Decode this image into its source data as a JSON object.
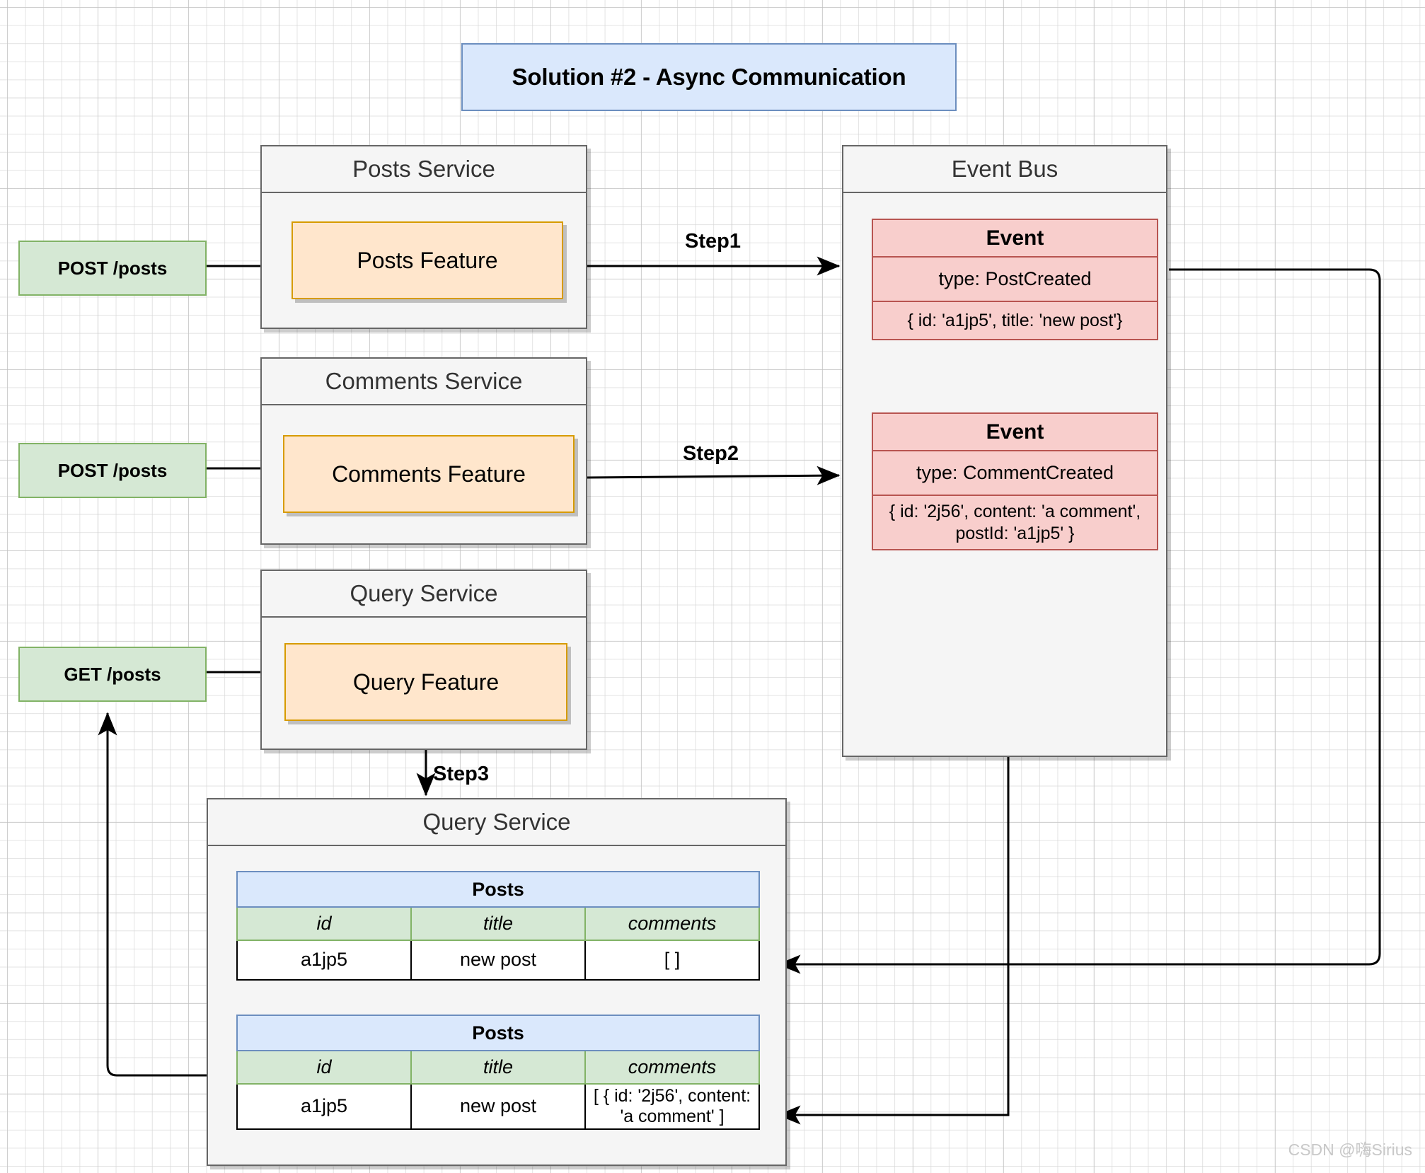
{
  "title": {
    "text": "Solution #2 - Async Communication"
  },
  "endpoints": [
    {
      "id": "post-posts-1",
      "label": "POST /posts"
    },
    {
      "id": "post-posts-2",
      "label": "POST /posts"
    },
    {
      "id": "get-posts",
      "label": "GET /posts"
    }
  ],
  "services": [
    {
      "id": "posts-service",
      "title": "Posts Service",
      "feature": "Posts Feature"
    },
    {
      "id": "comments-service",
      "title": "Comments Service",
      "feature": "Comments Feature"
    },
    {
      "id": "query-service",
      "title": "Query Service",
      "feature": "Query Feature"
    }
  ],
  "event_bus": {
    "title": "Event Bus",
    "events": [
      {
        "heading": "Event",
        "type": "type: PostCreated",
        "payload": "{ id: 'a1jp5', title: 'new post'}"
      },
      {
        "heading": "Event",
        "type": "type: CommentCreated",
        "payload": "{ id: '2j56', content: 'a comment', postId: 'a1jp5' }"
      }
    ]
  },
  "query_store": {
    "title": "Query Service",
    "tables": [
      {
        "name": "Posts",
        "columns": [
          "id",
          "title",
          "comments"
        ],
        "rows": [
          [
            "a1jp5",
            "new post",
            "[   ]"
          ]
        ]
      },
      {
        "name": "Posts",
        "columns": [
          "id",
          "title",
          "comments"
        ],
        "rows": [
          [
            "a1jp5",
            "new post",
            "[ { id: '2j56', content: 'a comment'  ]"
          ]
        ]
      }
    ]
  },
  "steps": [
    {
      "id": "step1",
      "label": "Step1"
    },
    {
      "id": "step2",
      "label": "Step2"
    },
    {
      "id": "step3",
      "label": "Step3"
    }
  ],
  "watermark": {
    "text": "CSDN @嗨Sirius"
  },
  "colors": {
    "title_fill": "#dae8fc",
    "title_stroke": "#6c8ebf",
    "endpoint_fill": "#d5e8d4",
    "endpoint_stroke": "#82b366",
    "service_fill": "#f5f5f5",
    "service_stroke": "#666666",
    "feature_fill": "#ffe6cc",
    "feature_stroke": "#d79b00",
    "event_fill": "#f8cecc",
    "event_stroke": "#b85450",
    "connector": "#000000"
  }
}
